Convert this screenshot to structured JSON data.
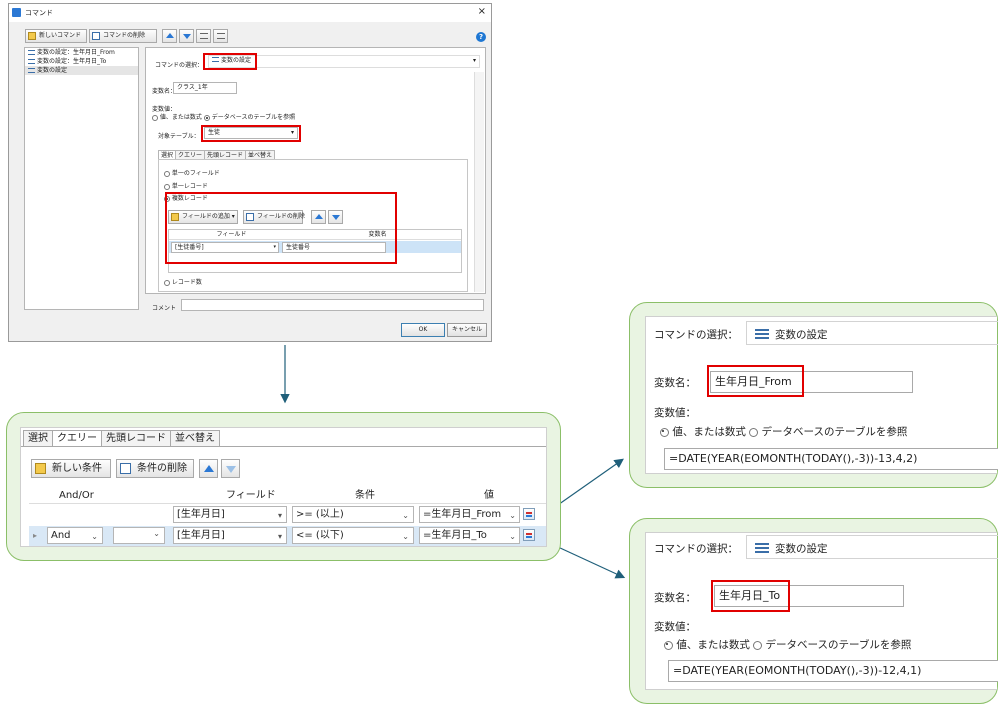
{
  "dialog": {
    "title": "コマンド",
    "close": "×",
    "toolbar": {
      "new_command": "新しいコマンド",
      "delete_command": "コマンドの削除"
    },
    "help": "?",
    "command_list": [
      "変数の設定：生年月日_From",
      "変数の設定：生年月日_To",
      "変数の設定"
    ],
    "command_select_label": "コマンドの選択：",
    "command_select_value": "変数の設定",
    "var_name_label": "変数名：",
    "var_name_value": "クラス_1年",
    "var_value_label": "変数値：",
    "radio_value": "値、または数式",
    "radio_db": "データベースのテーブルを参照",
    "target_table_label": "対象テーブル：",
    "target_table_value": "生徒",
    "tabs": [
      "選択",
      "クエリー",
      "先頭レコード",
      "並べ替え"
    ],
    "opt_single_field": "単一のフィールド",
    "opt_single_record": "単一レコード",
    "opt_multi_record": "複数レコード",
    "add_field": "フィールドの追加",
    "delete_field": "フィールドの削除",
    "grid_headers": [
      "フィールド",
      "変数名"
    ],
    "grid_row": {
      "field": "[生徒番号]",
      "var": "生徒番号"
    },
    "opt_record_count": "レコード数",
    "comment_label": "コメント",
    "ok": "OK",
    "cancel": "キャンセル"
  },
  "query_panel": {
    "tabs": [
      "選択",
      "クエリー",
      "先頭レコード",
      "並べ替え"
    ],
    "new_condition": "新しい条件",
    "delete_condition": "条件の削除",
    "headers": [
      "And/Or",
      "フィールド",
      "条件",
      "値"
    ],
    "rows": [
      {
        "andor": "",
        "field": "[生年月日]",
        "cond": ">= (以上)",
        "value": "=生年月日_From"
      },
      {
        "andor": "And",
        "field": "[生年月日]",
        "cond": "<= (以下)",
        "value": "=生年月日_To"
      }
    ]
  },
  "callout_from": {
    "command_label": "コマンドの選択：",
    "command_value": "変数の設定",
    "var_name_label": "変数名：",
    "var_name_value": "生年月日_From",
    "var_value_label": "変数値：",
    "radio_value": "値、または数式",
    "radio_db": "データベースのテーブルを参照",
    "formula": "=DATE(YEAR(EOMONTH(TODAY(),-3))-13,4,2)"
  },
  "callout_to": {
    "command_label": "コマンドの選択：",
    "command_value": "変数の設定",
    "var_name_label": "変数名：",
    "var_name_value": "生年月日_To",
    "var_value_label": "変数値：",
    "radio_value": "値、または数式",
    "radio_db": "データベースのテーブルを参照",
    "formula": "=DATE(YEAR(EOMONTH(TODAY(),-3))-12,4,1)"
  },
  "colors": {
    "highlight_red": "#e10000",
    "callout_green": "#8bbf68",
    "callout_bg": "#e9f4e2",
    "arrow": "#1f5f7a",
    "accent_blue": "#2b78d4"
  }
}
